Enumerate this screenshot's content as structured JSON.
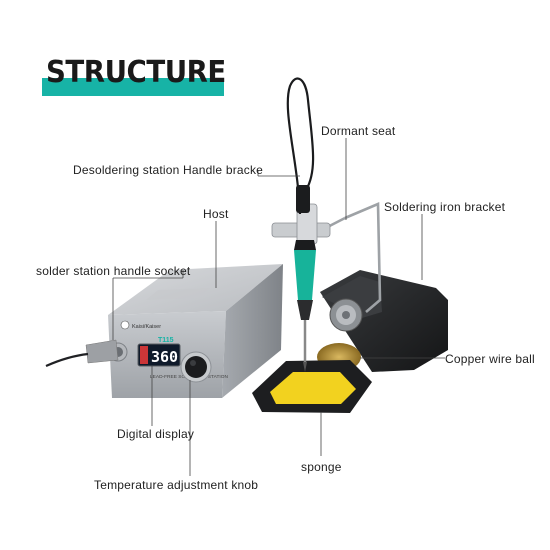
{
  "title": "STRUCTURE",
  "labels": {
    "dormant_seat": "Dormant seat",
    "desoldering_handle_bracket": "Desoldering station Handle bracke",
    "host": "Host",
    "soldering_iron_bracket": "Soldering iron bracket",
    "handle_socket": "solder station handle socket",
    "copper_wire_ball": "Copper wire ball",
    "digital_display": "Digital display",
    "sponge": "sponge",
    "temperature_knob": "Temperature adjustment knob"
  },
  "device": {
    "brand": "Kaisi/Kaiser",
    "model": "T115",
    "display_value": "360",
    "panel_text": "LEAD-FREE SOLDERING STATION"
  },
  "colors": {
    "accent": "#17b3a6",
    "handle_green": "#17b39a",
    "display_value": "#ffffff",
    "display_bg": "#0f1a2a"
  }
}
